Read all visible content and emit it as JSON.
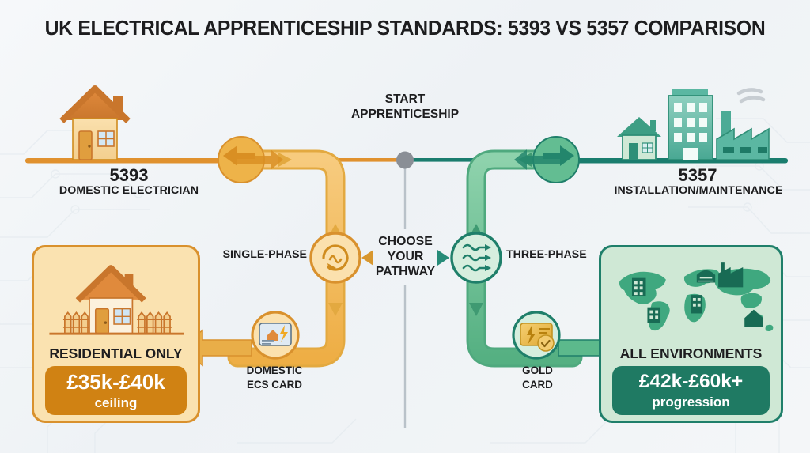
{
  "title": "UK ELECTRICAL APPRENTICESHIP STANDARDS: 5393 VS 5357 COMPARISON",
  "start": {
    "line1": "START",
    "line2": "APPRENTICESHIP"
  },
  "decision": {
    "line1": "CHOOSE",
    "line2": "YOUR",
    "line3": "PATHWAY"
  },
  "left": {
    "code": "5393",
    "subtitle": "DOMESTIC ELECTRICIAN",
    "phase_label": "SINGLE-PHASE",
    "card_label_line1": "DOMESTIC",
    "card_label_line2": "ECS CARD",
    "outcome_title": "RESIDENTIAL ONLY",
    "salary": "£35k-£40k",
    "salary_note": "ceiling"
  },
  "right": {
    "code": "5357",
    "subtitle": "INSTALLATION/MAINTENANCE",
    "phase_label": "THREE-PHASE",
    "card_label_line1": "GOLD",
    "card_label_line2": "CARD",
    "outcome_title": "ALL ENVIRONMENTS",
    "salary": "£42k-£60k+",
    "salary_note": "progression"
  },
  "icons": {
    "left_house": "house-icon",
    "right_buildings": "city-buildings-icon",
    "single_phase": "ac-sine-circular-icon",
    "three_phase": "three-wave-arrows-icon",
    "ecs_card": "id-card-house-bolt-icon",
    "gold_card": "gold-card-check-icon",
    "residential": "house-with-fence-icon",
    "environments": "world-map-buildings-icon",
    "start_node": "start-node-dot"
  },
  "colors": {
    "orange_line": "#e0912e",
    "orange_flow": "#f0b95c",
    "orange_stroke": "#d9912d",
    "orange_badge": "#d08213",
    "teal_line": "#1a7d6e",
    "green_flow": "#72c397",
    "green_stroke": "#1f7f6a",
    "green_badge": "#1f7a63",
    "start_dot": "#8a8f96",
    "background": "#f2f5f7"
  }
}
